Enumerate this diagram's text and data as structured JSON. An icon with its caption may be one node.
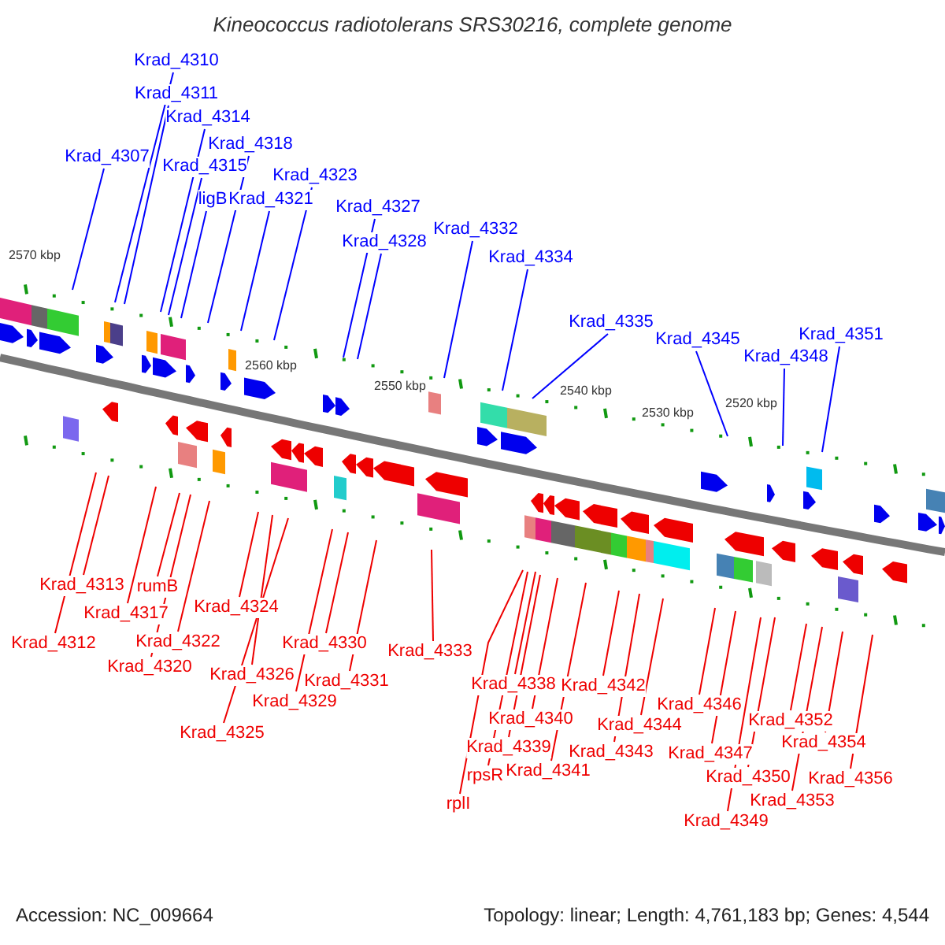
{
  "diagram": {
    "title": "Kineococcus radiotolerans SRS30216, complete genome",
    "nodes": [
      {
        "text": [
          "Krad_4307"
        ]
      },
      {
        "text": [
          "Krad_4310"
        ]
      },
      {
        "text": [
          "Krad_4311"
        ]
      },
      {
        "text": [
          "Krad_4314"
        ]
      },
      {
        "text": [
          "Krad_4315"
        ]
      },
      {
        "text": [
          "ligB"
        ]
      },
      {
        "text": [
          "Krad_4318"
        ]
      },
      {
        "text": [
          "Krad_4321"
        ]
      },
      {
        "text": [
          "Krad_4323"
        ]
      },
      {
        "text": [
          "Krad_4327"
        ]
      },
      {
        "text": [
          "Krad_4328"
        ]
      },
      {
        "text": [
          "Krad_4332"
        ]
      },
      {
        "text": [
          "Krad_4334"
        ]
      },
      {
        "text": [
          "Krad_4335"
        ]
      },
      {
        "text": [
          "Krad_4345"
        ]
      },
      {
        "text": [
          "Krad_4348"
        ]
      },
      {
        "text": [
          "Krad_4351"
        ]
      },
      {
        "text": [
          "Krad_4312"
        ]
      },
      {
        "text": [
          "Krad_4313"
        ]
      },
      {
        "text": [
          "Krad_4317"
        ]
      },
      {
        "text": [
          "rumB"
        ]
      },
      {
        "text": [
          "Krad_4320"
        ]
      },
      {
        "text": [
          "Krad_4322"
        ]
      },
      {
        "text": [
          "Krad_4324"
        ]
      },
      {
        "text": [
          "Krad_4325"
        ]
      },
      {
        "text": [
          "Krad_4326"
        ]
      },
      {
        "text": [
          "Krad_4329"
        ]
      },
      {
        "text": [
          "Krad_4330"
        ]
      },
      {
        "text": [
          "Krad_4331"
        ]
      },
      {
        "text": [
          "Krad_4333"
        ]
      },
      {
        "text": [
          "Krad_4338"
        ]
      },
      {
        "text": [
          "Krad_4339"
        ]
      },
      {
        "text": [
          "Krad_4340"
        ]
      },
      {
        "text": [
          "Krad_4341"
        ]
      },
      {
        "text": [
          "rpsR"
        ]
      },
      {
        "text": [
          "rplI"
        ]
      },
      {
        "text": [
          "Krad_4342"
        ]
      },
      {
        "text": [
          "Krad_4343"
        ]
      },
      {
        "text": [
          "Krad_4344"
        ]
      },
      {
        "text": [
          "Krad_4346"
        ]
      },
      {
        "text": [
          "Krad_4347"
        ]
      },
      {
        "text": [
          "Krad_4349"
        ]
      },
      {
        "text": [
          "Krad_4350"
        ]
      },
      {
        "text": [
          "Krad_4352"
        ]
      },
      {
        "text": [
          "Krad_4353"
        ]
      },
      {
        "text": [
          "Krad_4354"
        ]
      },
      {
        "text": [
          "Krad_4356"
        ]
      }
    ],
    "edges": [
      {
        "from": 0,
        "to": null,
        "arrow": "none",
        "color": "#0000ff"
      },
      {
        "from": 1,
        "to": null,
        "arrow": "none",
        "color": "#0000ff"
      },
      {
        "from": 2,
        "to": null,
        "arrow": "none",
        "color": "#0000ff"
      },
      {
        "from": 3,
        "to": null,
        "arrow": "none",
        "color": "#0000ff"
      },
      {
        "from": 4,
        "to": null,
        "arrow": "none",
        "color": "#0000ff"
      },
      {
        "from": 5,
        "to": null,
        "arrow": "none",
        "color": "#0000ff"
      },
      {
        "from": 6,
        "to": null,
        "arrow": "none",
        "color": "#0000ff"
      },
      {
        "from": 7,
        "to": null,
        "arrow": "none",
        "color": "#0000ff"
      },
      {
        "from": 8,
        "to": null,
        "arrow": "none",
        "color": "#0000ff"
      },
      {
        "from": 9,
        "to": null,
        "arrow": "none",
        "color": "#0000ff"
      },
      {
        "from": 10,
        "to": null,
        "arrow": "none",
        "color": "#0000ff"
      },
      {
        "from": 11,
        "to": null,
        "arrow": "none",
        "color": "#0000ff"
      },
      {
        "from": 12,
        "to": null,
        "arrow": "none",
        "color": "#0000ff"
      },
      {
        "from": 13,
        "to": null,
        "arrow": "none",
        "color": "#0000ff"
      },
      {
        "from": 14,
        "to": null,
        "arrow": "none",
        "color": "#0000ff"
      },
      {
        "from": 15,
        "to": null,
        "arrow": "none",
        "color": "#0000ff"
      },
      {
        "from": 16,
        "to": null,
        "arrow": "none",
        "color": "#0000ff"
      },
      {
        "from": 17,
        "to": null,
        "arrow": "none"
      },
      {
        "from": 18,
        "to": null,
        "arrow": "none"
      },
      {
        "from": 19,
        "to": null,
        "arrow": "none"
      },
      {
        "from": 20,
        "to": null,
        "arrow": "none"
      },
      {
        "from": 21,
        "to": null,
        "arrow": "none"
      },
      {
        "from": 22,
        "to": null,
        "arrow": "none"
      },
      {
        "from": 23,
        "to": null,
        "arrow": "none"
      },
      {
        "from": 24,
        "to": null,
        "arrow": "none"
      },
      {
        "from": 25,
        "to": null,
        "arrow": "none"
      },
      {
        "from": 26,
        "to": null,
        "arrow": "none"
      },
      {
        "from": 27,
        "to": null,
        "arrow": "none"
      },
      {
        "from": 28,
        "to": null,
        "arrow": "none"
      },
      {
        "from": 29,
        "to": null,
        "arrow": "none"
      },
      {
        "from": 30,
        "to": null,
        "arrow": "none"
      },
      {
        "from": 31,
        "to": null,
        "arrow": "none"
      },
      {
        "from": 32,
        "to": null,
        "arrow": "none"
      },
      {
        "from": 33,
        "to": null,
        "arrow": "none"
      },
      {
        "from": 34,
        "to": null,
        "arrow": "none"
      },
      {
        "from": 35,
        "to": null,
        "arrow": "none"
      },
      {
        "from": 36,
        "to": null,
        "arrow": "none"
      },
      {
        "from": 37,
        "to": null,
        "arrow": "none"
      },
      {
        "from": 38,
        "to": null,
        "arrow": "none"
      },
      {
        "from": 39,
        "to": null,
        "arrow": "none"
      },
      {
        "from": 40,
        "to": null,
        "arrow": "none"
      },
      {
        "from": 41,
        "to": null,
        "arrow": "none"
      },
      {
        "from": 42,
        "to": null,
        "arrow": "none"
      },
      {
        "from": 43,
        "to": null,
        "arrow": "none"
      },
      {
        "from": 44,
        "to": null,
        "arrow": "none"
      },
      {
        "from": 45,
        "to": null,
        "arrow": "none"
      },
      {
        "from": 46,
        "to": null,
        "arrow": "none"
      }
    ],
    "labels": [
      "2570 kbp",
      "2560 kbp",
      "2550 kbp",
      "2540 kbp",
      "2530 kbp",
      "2520 kbp",
      "Accession: NC_009664",
      "Topology: linear; Length: 4,761,183 bp; Genes: 4,544"
    ]
  }
}
